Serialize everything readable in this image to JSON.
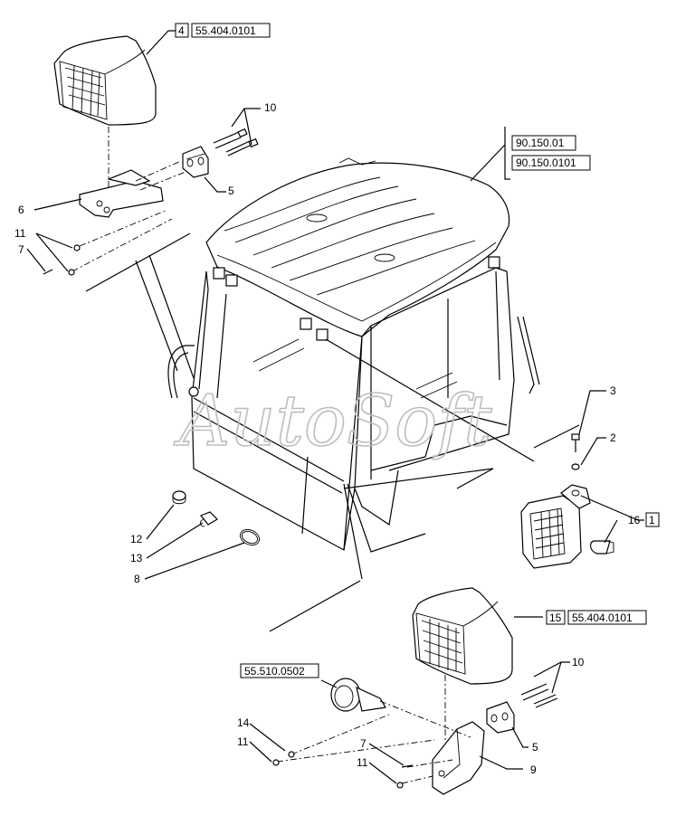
{
  "watermark": "AutoSoft",
  "reference_boxes": {
    "top_lamp_num": "4",
    "top_lamp_ref": "55.404.0101",
    "cab_ref_1": "90.150.01",
    "cab_ref_2": "90.150.0101",
    "right_lamp_num": "1",
    "bottom_lamp_num": "15",
    "bottom_lamp_ref": "55.404.0101",
    "horn_ref": "55.510.0502"
  },
  "callouts": {
    "c10_top": "10",
    "c5_top": "5",
    "c6": "6",
    "c11_top": "11",
    "c7_top": "7",
    "c3": "3",
    "c2": "2",
    "c16": "16",
    "c12": "12",
    "c13": "13",
    "c8": "8",
    "c10_bottom": "10",
    "c14": "14",
    "c11_mid": "11",
    "c7_bottom": "7",
    "c5_bottom": "5",
    "c11_bottom": "11",
    "c9": "9"
  },
  "icons": [
    "work-lamp",
    "lamp-bracket",
    "clamp",
    "bolt",
    "nut",
    "washer",
    "bulb",
    "horn",
    "grommet",
    "plug",
    "ring-clip",
    "cab"
  ]
}
